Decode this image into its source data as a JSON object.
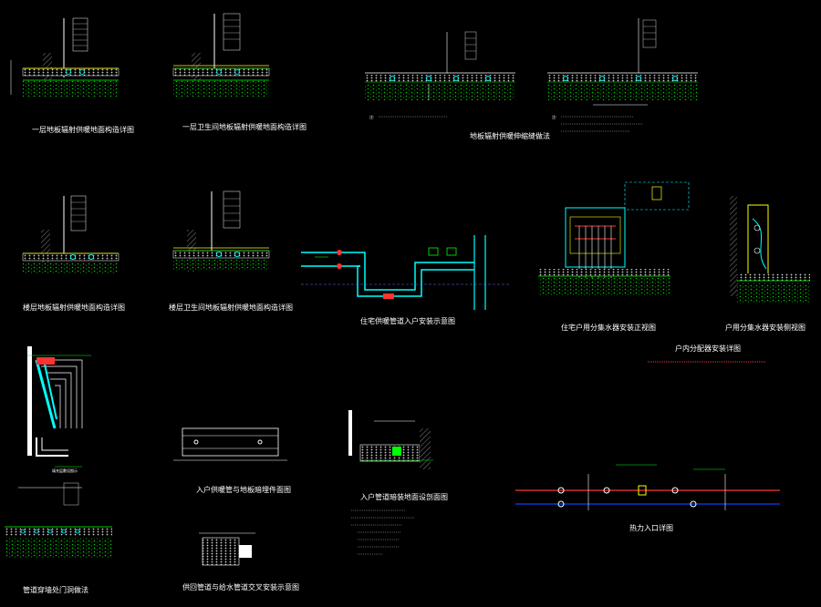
{
  "captions": {
    "d1": "一层地板辐射供暖地面构造详图",
    "d2": "一层卫生间地板辐射供暖地面构造详图",
    "d3": "地板辐射供暖伸缩缝做法",
    "d5": "楼层地板辐射供暖地面构造详图",
    "d6": "楼层卫生间地板辐射供暖地面构造详图",
    "d7": "住宅供暖管道入户安装示意图",
    "d8": "住宅户用分集水器安装正视图",
    "d9": "户用分集水器安装侧视图",
    "d9b": "户内分配器安装详图",
    "d10": "填充层敷设图示",
    "d11": "入户供暖管与地板暗埋件面图",
    "d12": "入户管道暗装地面设剖面图",
    "d13": "热力入口详图",
    "d14": "管道穿墙处门洞做法",
    "d15": "供回管道与给水管道交叉安装示意图"
  },
  "annotations": {
    "note_mark": "注:"
  },
  "colors": {
    "background": "#000000",
    "lines": "#ffffff",
    "pipes": "#00ffff",
    "floor": "#00ff00",
    "fill": "#ffff00",
    "highlight": "#ff3333"
  }
}
